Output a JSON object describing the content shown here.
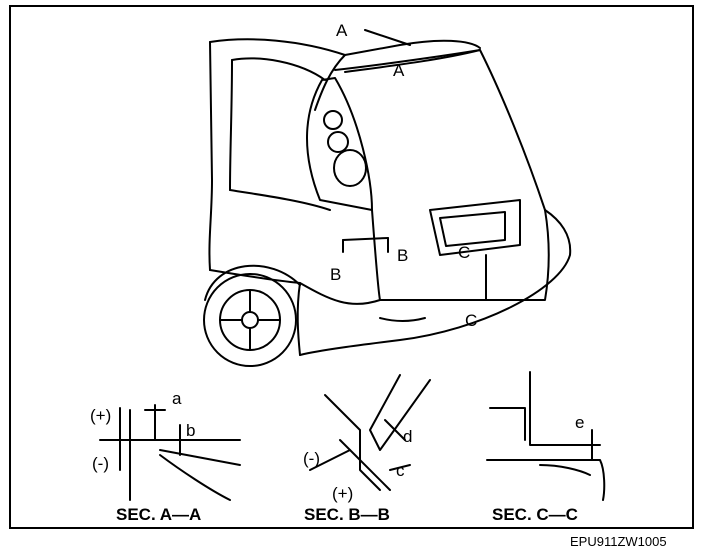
{
  "labels": {
    "a_top": "A",
    "a_mid": "A",
    "b_left": "B",
    "b_right": "B",
    "c_top": "C",
    "c_bottom": "C",
    "dim_a": "a",
    "dim_b": "b",
    "dim_c": "c",
    "dim_d": "d",
    "dim_e": "e",
    "plus_a": "(+)",
    "minus_a": "(-)",
    "minus_b": "(-)",
    "plus_b": "(+)"
  },
  "sections": {
    "aa": "SEC. A—A",
    "bb": "SEC. B—B",
    "cc": "SEC. C—C"
  },
  "figure_code": "EPU911ZW1005"
}
